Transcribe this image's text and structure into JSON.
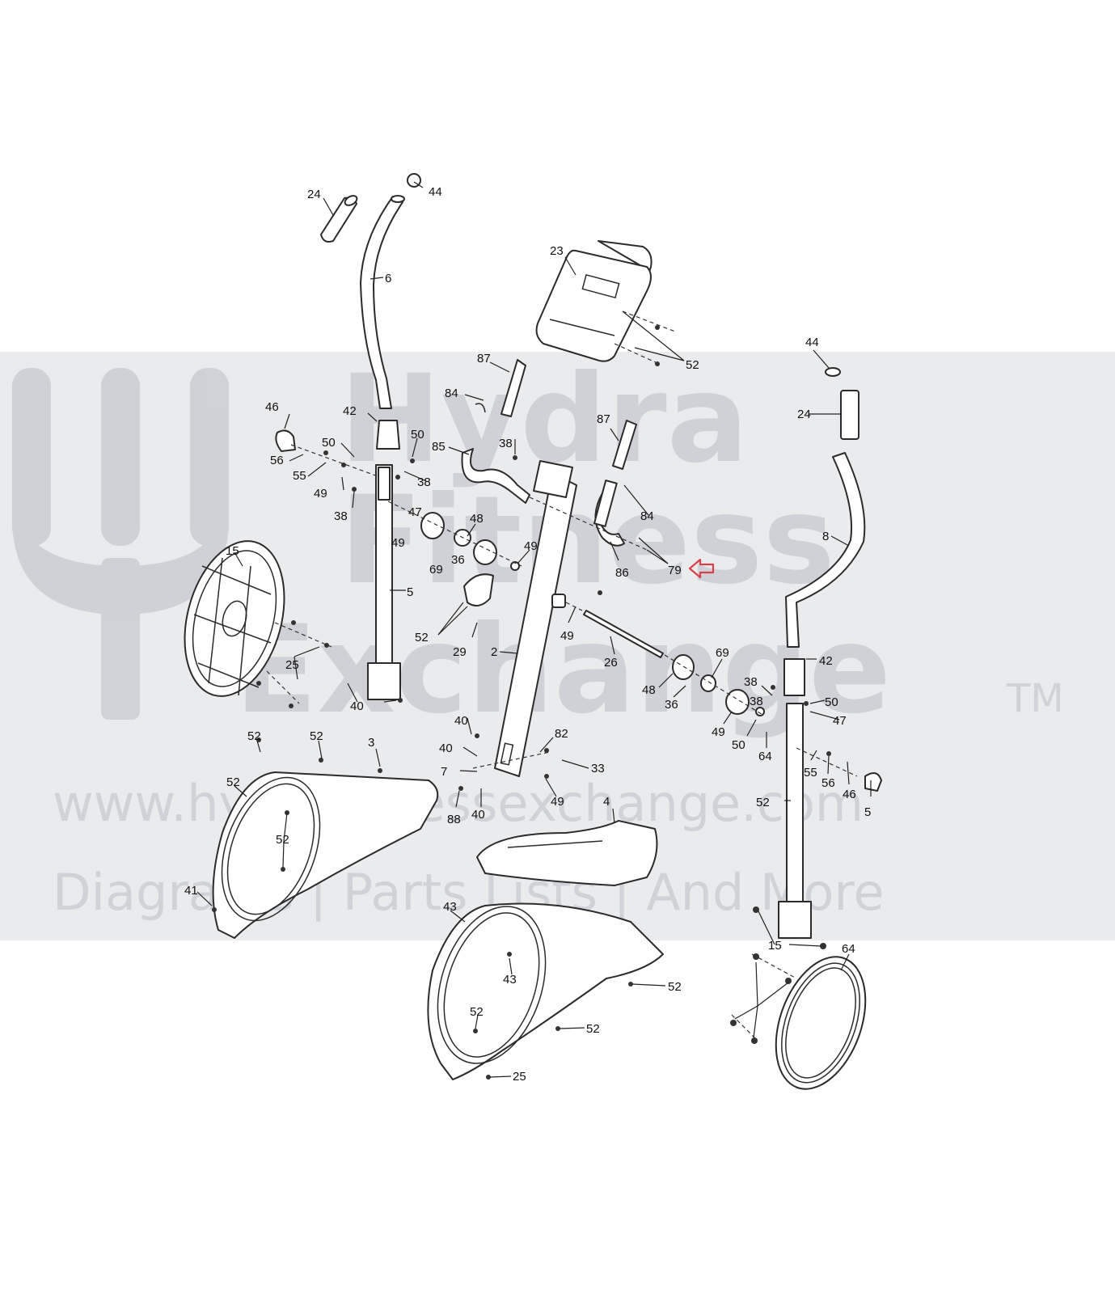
{
  "watermark": {
    "line1": "Hydra",
    "line2": "Fitness",
    "line3": "Exchange",
    "trademark": "TM",
    "url": "www.hydrafitnessexchange.com",
    "tagline": "Diagrams | Parts Lists | And More"
  },
  "highlight": {
    "part": "79",
    "color": "#d9414a"
  },
  "callouts": [
    "24",
    "44",
    "6",
    "23",
    "52",
    "87",
    "84",
    "85",
    "38",
    "46",
    "42",
    "50",
    "50",
    "56",
    "55",
    "49",
    "38",
    "38",
    "87",
    "84",
    "44",
    "24",
    "8",
    "48",
    "49",
    "47",
    "69",
    "36",
    "49",
    "86",
    "79",
    "15",
    "5",
    "52",
    "29",
    "2",
    "49",
    "26",
    "42",
    "69",
    "48",
    "36",
    "38",
    "38",
    "50",
    "47",
    "49",
    "50",
    "64",
    "25",
    "40",
    "40",
    "82",
    "40",
    "7",
    "33",
    "88",
    "40",
    "49",
    "55",
    "56",
    "46",
    "5",
    "52",
    "52",
    "52",
    "3",
    "52",
    "52",
    "41",
    "4",
    "43",
    "43",
    "52",
    "52",
    "52",
    "25",
    "15",
    "64"
  ]
}
